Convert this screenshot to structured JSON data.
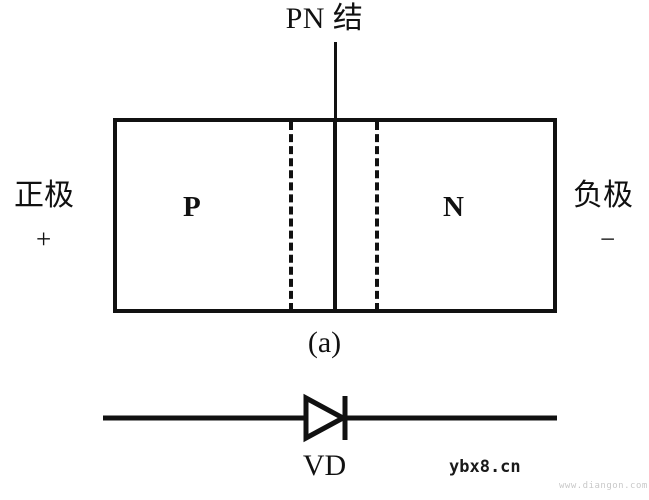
{
  "diagram": {
    "title": "PN 结",
    "caption_a": "(a)",
    "block": {
      "p_region_label": "P",
      "n_region_label": "N"
    },
    "terminals": {
      "anode_label": "正极",
      "anode_sign": "+",
      "cathode_label": "负极",
      "cathode_sign": "−"
    },
    "symbol": {
      "device_label": "VD",
      "icon": "diode-symbol"
    },
    "icons": {
      "leader_line": "leader-line",
      "junction_line": "pn-junction-line",
      "depletion_edge_p": "depletion-boundary-dashed-line",
      "depletion_edge_n": "depletion-boundary-dashed-line"
    },
    "colors": {
      "stroke": "#111111",
      "background": "#ffffff",
      "watermark_secondary": "#c9c9c9"
    }
  },
  "watermarks": {
    "primary": "ybx8.cn",
    "secondary": "www.diangon.com"
  }
}
